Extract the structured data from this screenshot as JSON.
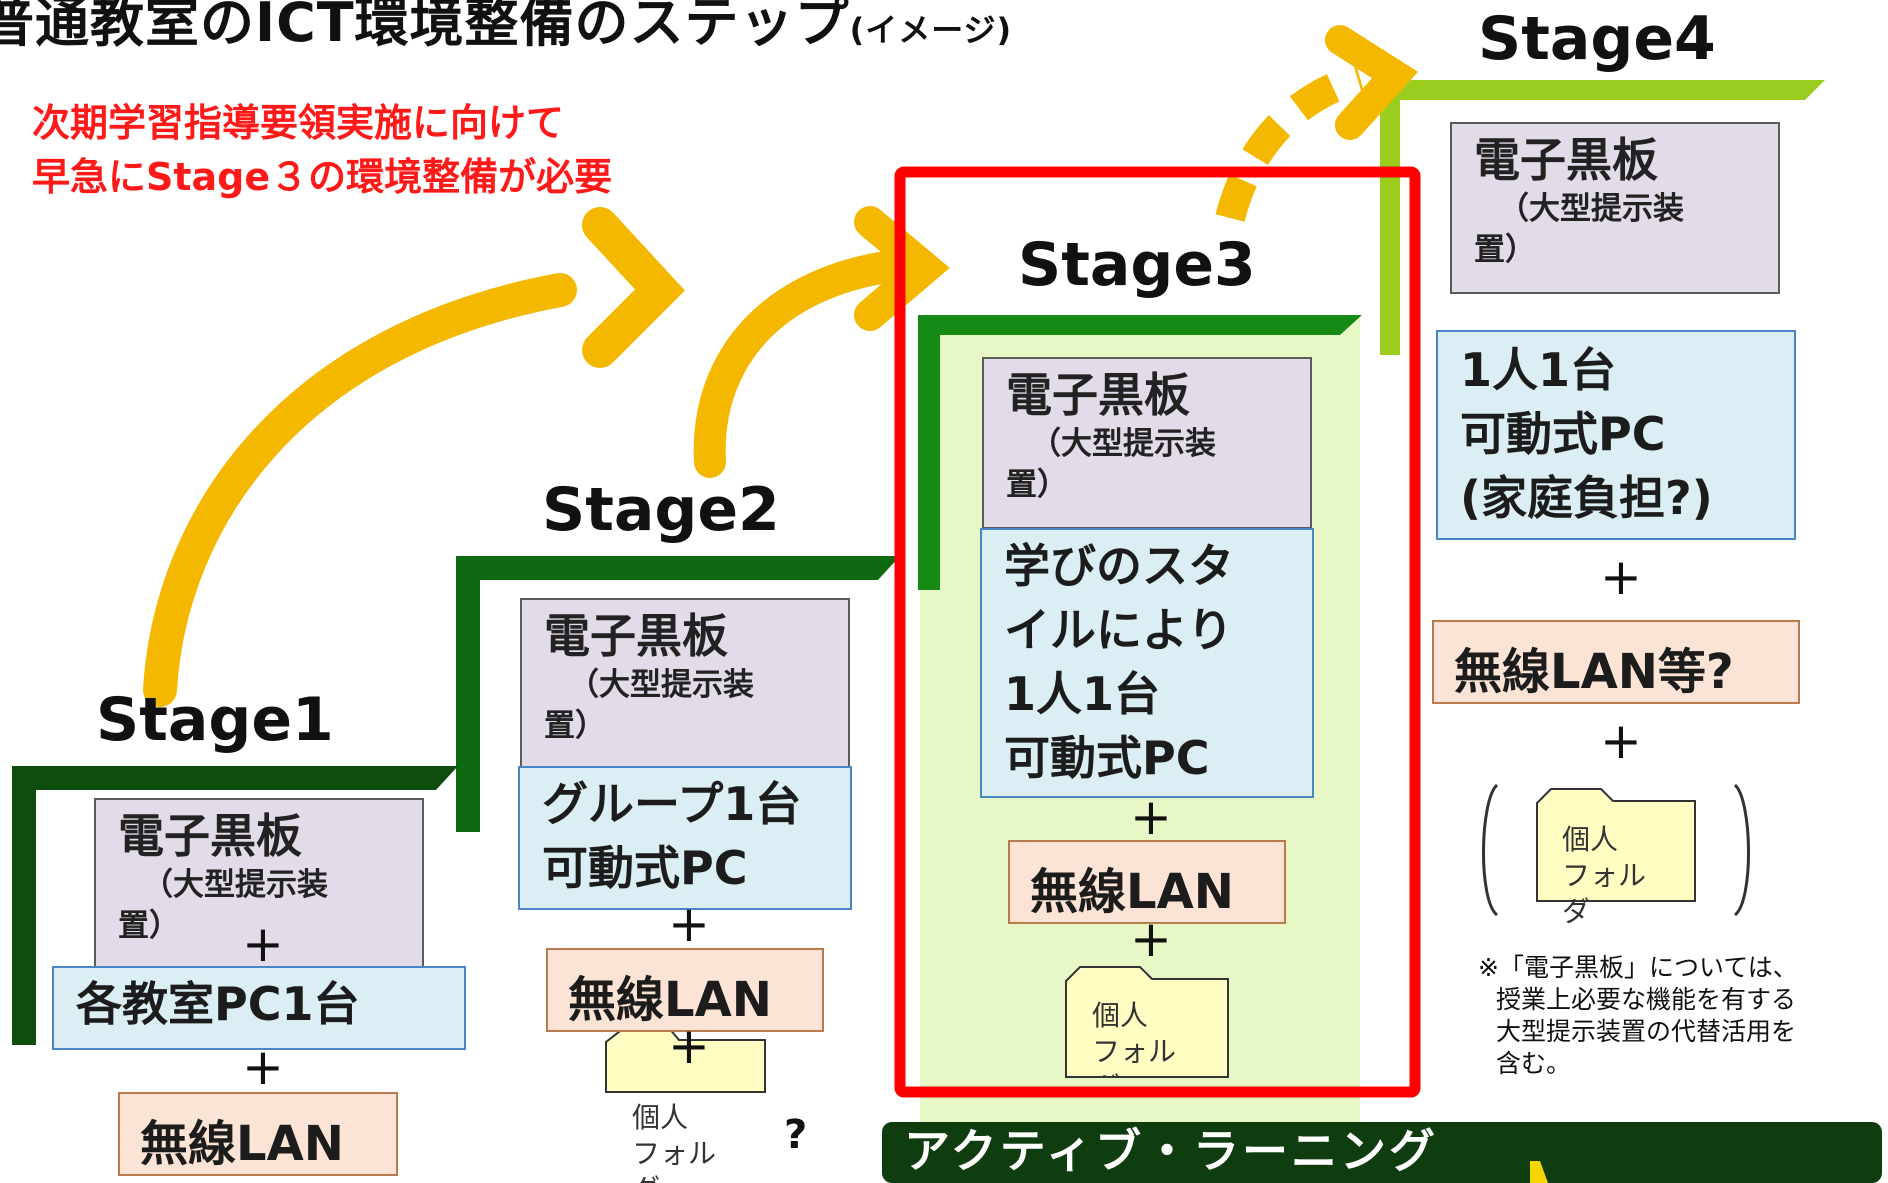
{
  "title": {
    "main": "普通教室のICT環境整備のステップ",
    "sub": "(イメージ)"
  },
  "note": {
    "line1": "次期学習指導要領実施に向けて",
    "line2": "早急にStage３の環境整備が必要"
  },
  "stages": [
    {
      "label": "Stage1",
      "board_title": "電子黒板",
      "board_sub1": "（大型提示装",
      "board_sub2": "置）",
      "pc": [
        "各教室PC1台"
      ],
      "lan": "無線LAN"
    },
    {
      "label": "Stage2",
      "board_title": "電子黒板",
      "board_sub1": "（大型提示装",
      "board_sub2": "置）",
      "pc": [
        "グループ1台",
        "可動式PC"
      ],
      "lan": "無線LAN",
      "folder": [
        "個人",
        "フォル",
        "ダ"
      ],
      "question": "?"
    },
    {
      "label": "Stage3",
      "board_title": "電子黒板",
      "board_sub1": "（大型提示装",
      "board_sub2": "置）",
      "pc": [
        "学びのスタ",
        "イルにより",
        "1人1台",
        "可動式PC"
      ],
      "lan": "無線LAN",
      "folder": [
        "個人",
        "フォル",
        "ダ"
      ]
    },
    {
      "label": "Stage4",
      "board_title": "電子黒板",
      "board_sub1": "（大型提示装",
      "board_sub2": "置）",
      "pc": [
        "1人1台",
        "可動式PC",
        "(家庭負担?)"
      ],
      "lan": "無線LAN等?",
      "folder": [
        "個人",
        "フォル",
        "ダ"
      ]
    }
  ],
  "plus_sign": "+",
  "footnote": [
    "※「電子黒板」については、",
    "授業上必要な機能を有する",
    "大型提示装置の代替活用を",
    "含む。"
  ],
  "banner": "アクティブ・ラーニング",
  "colors": {
    "dark_green": "#0f4d10",
    "mid_green": "#1a7a1a",
    "light_green": "#9acd1e",
    "arrow_orange": "#f5b800",
    "highlight_red": "#ff0000",
    "stage3_bg": "#e8f7c6"
  }
}
